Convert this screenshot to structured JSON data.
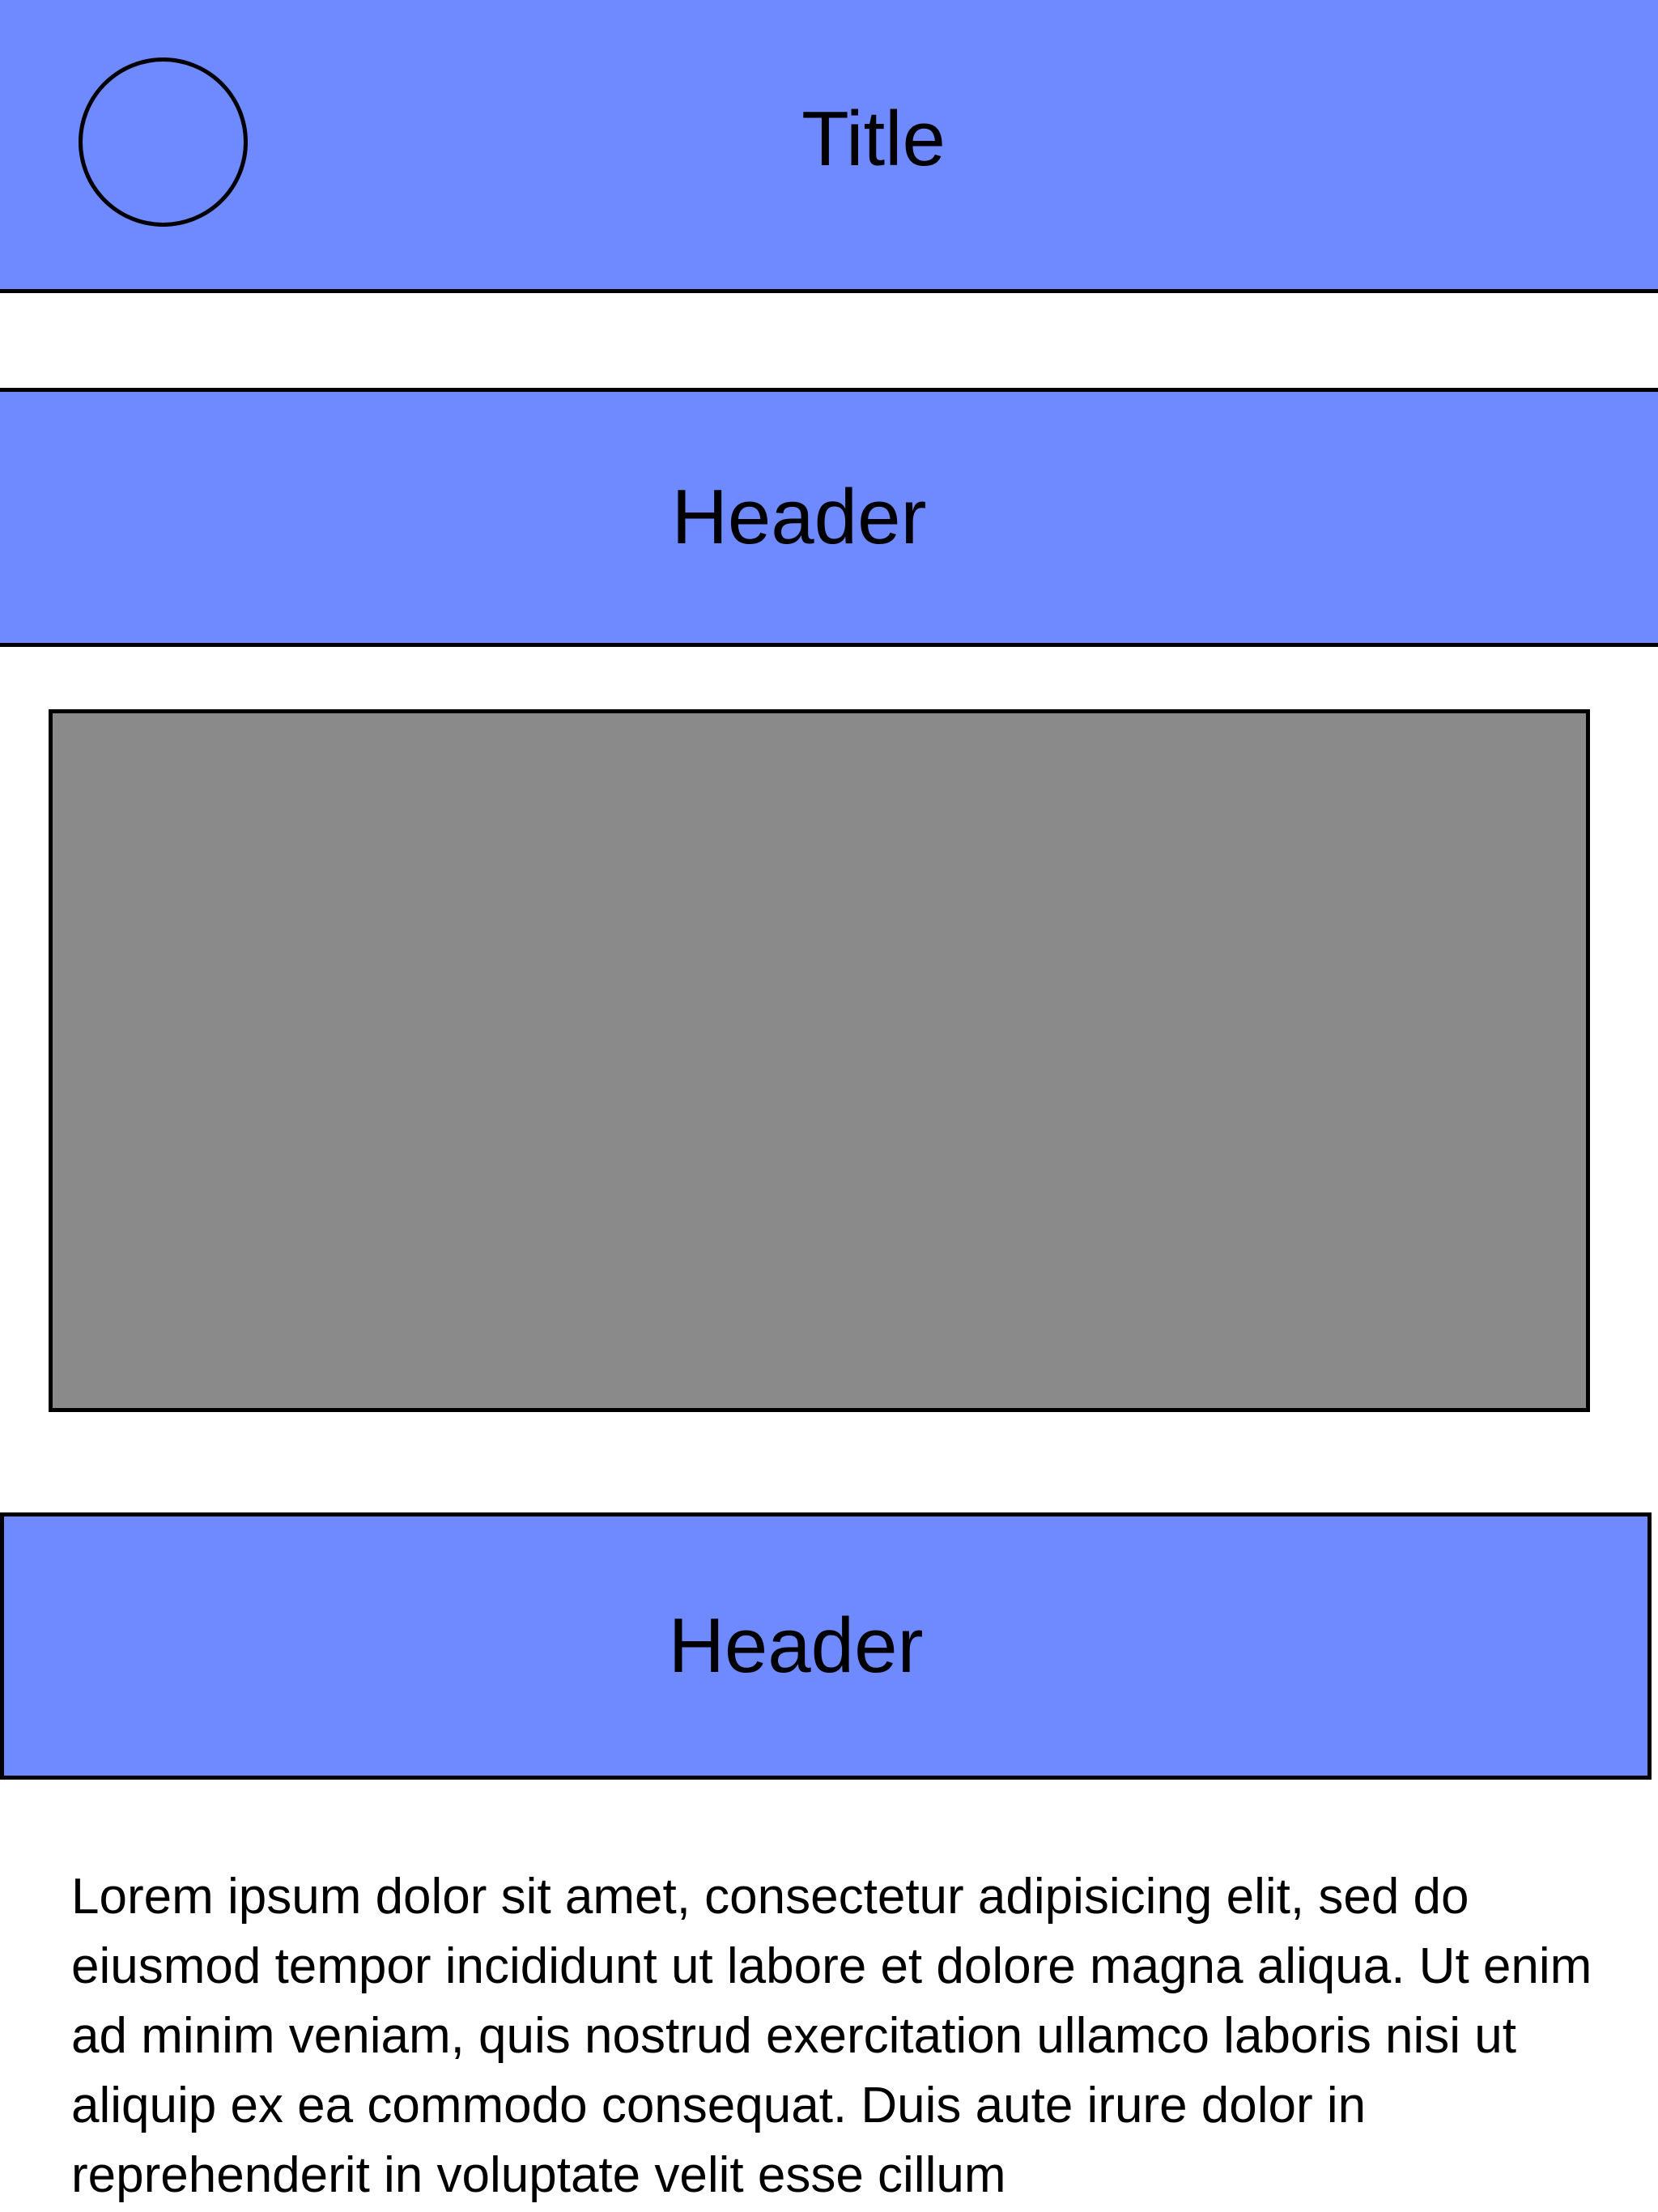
{
  "titlebar": {
    "title": "Title",
    "avatar_icon": "circle-avatar-icon"
  },
  "sections": [
    {
      "header": "Header"
    },
    {
      "header": "Header"
    }
  ],
  "body": {
    "paragraph": "Lorem ipsum dolor sit amet, consectetur adipisicing elit, sed do eiusmod tempor incididunt ut labore et dolore magna aliqua. Ut enim ad minim veniam, quis nostrud exercitation ullamco laboris nisi ut aliquip ex ea commodo consequat. Duis aute irure dolor in reprehenderit in voluptate velit esse cillum"
  },
  "colors": {
    "band": "#6f89fe",
    "placeholder": "#8a8a8a",
    "outline": "#000000",
    "background": "#ffffff"
  }
}
